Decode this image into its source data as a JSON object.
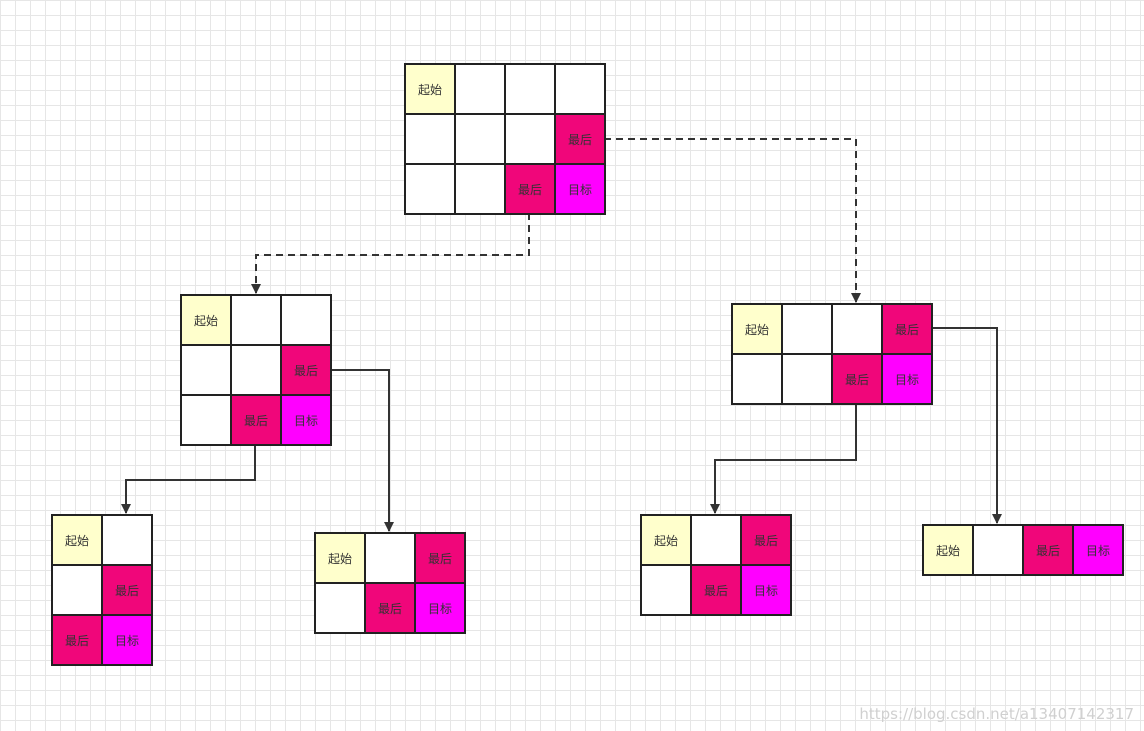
{
  "labels": {
    "start": "起始",
    "last": "最后",
    "target": "目标"
  },
  "colors": {
    "start": "#ffffcc",
    "last": "#f0067a",
    "target": "#ff00ff",
    "empty": "#ffffff",
    "line": "#333333"
  },
  "watermark": "https://blog.csdn.net/a13407142317",
  "nodes": [
    {
      "id": "root",
      "rows": [
        [
          "start",
          "empty",
          "empty",
          "empty"
        ],
        [
          "empty",
          "empty",
          "empty",
          "last"
        ],
        [
          "empty",
          "empty",
          "last",
          "target"
        ]
      ]
    },
    {
      "id": "left-level1",
      "rows": [
        [
          "start",
          "empty",
          "empty"
        ],
        [
          "empty",
          "empty",
          "last"
        ],
        [
          "empty",
          "last",
          "target"
        ]
      ]
    },
    {
      "id": "right-level1",
      "rows": [
        [
          "start",
          "empty",
          "empty",
          "last"
        ],
        [
          "empty",
          "empty",
          "last",
          "target"
        ]
      ]
    },
    {
      "id": "left-left",
      "rows": [
        [
          "start",
          "empty"
        ],
        [
          "empty",
          "last"
        ],
        [
          "last",
          "target"
        ]
      ]
    },
    {
      "id": "left-right",
      "rows": [
        [
          "start",
          "empty",
          "last"
        ],
        [
          "empty",
          "last",
          "target"
        ]
      ]
    },
    {
      "id": "right-left",
      "rows": [
        [
          "start",
          "empty",
          "last"
        ],
        [
          "empty",
          "last",
          "target"
        ]
      ]
    },
    {
      "id": "right-right",
      "rows": [
        [
          "start",
          "empty",
          "last",
          "target"
        ]
      ]
    }
  ],
  "edges": [
    {
      "from": "root",
      "to": "left-level1",
      "style": "dashed"
    },
    {
      "from": "root",
      "to": "right-level1",
      "style": "dashed"
    },
    {
      "from": "left-level1",
      "to": "left-left",
      "style": "solid"
    },
    {
      "from": "left-level1",
      "to": "left-right",
      "style": "solid"
    },
    {
      "from": "right-level1",
      "to": "right-left",
      "style": "solid"
    },
    {
      "from": "right-level1",
      "to": "right-right",
      "style": "solid"
    }
  ]
}
